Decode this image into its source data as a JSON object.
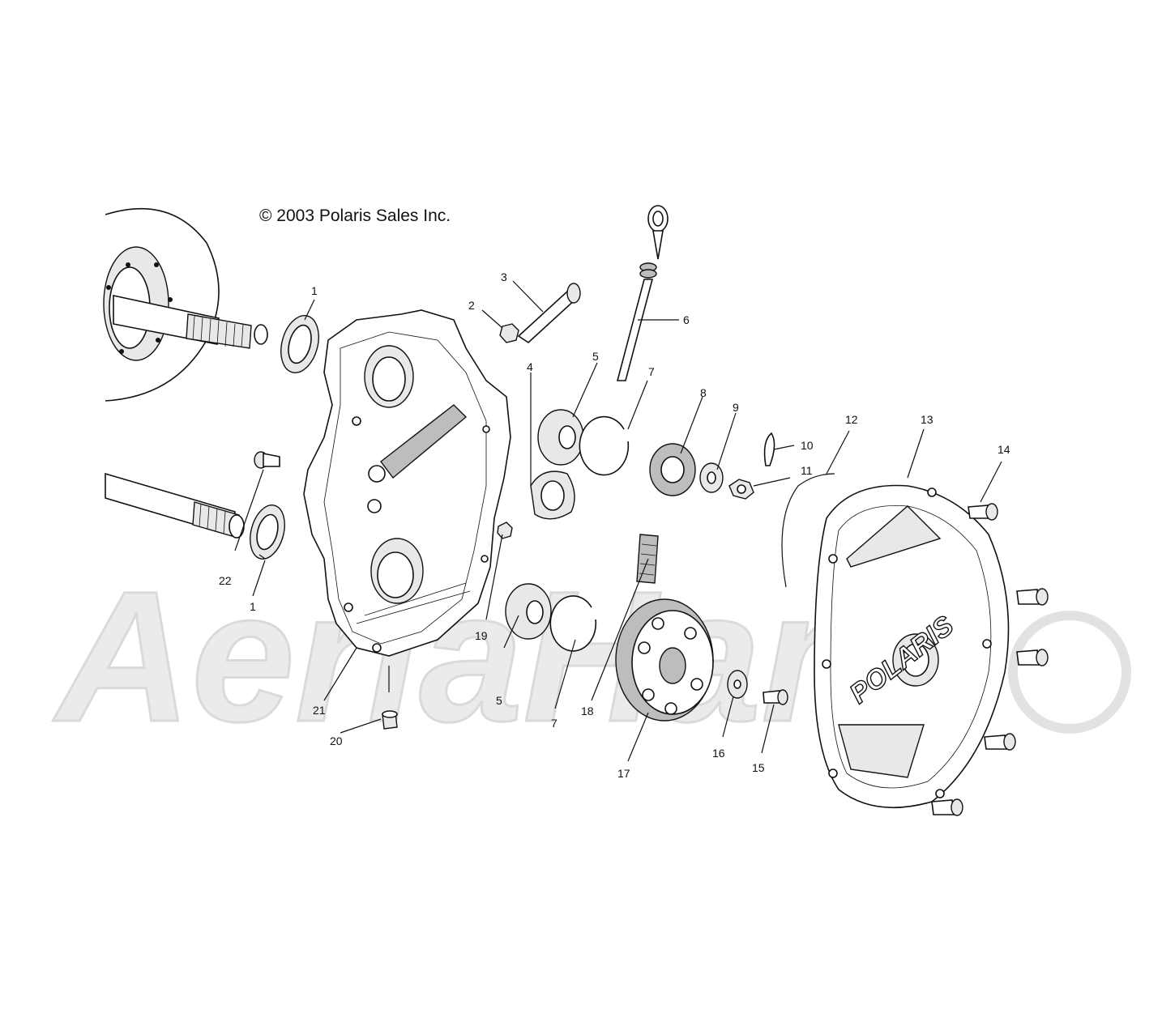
{
  "copyright": "© 2003 Polaris Sales Inc.",
  "watermark_text": "AeriaHam",
  "cover_logo_text": "POLARIS",
  "callouts": [
    {
      "id": "1a",
      "label": "1"
    },
    {
      "id": "1b",
      "label": "1"
    },
    {
      "id": "2",
      "label": "2"
    },
    {
      "id": "3",
      "label": "3"
    },
    {
      "id": "4",
      "label": "4"
    },
    {
      "id": "5a",
      "label": "5"
    },
    {
      "id": "5b",
      "label": "5"
    },
    {
      "id": "6",
      "label": "6"
    },
    {
      "id": "7a",
      "label": "7"
    },
    {
      "id": "7b",
      "label": "7"
    },
    {
      "id": "8",
      "label": "8"
    },
    {
      "id": "9",
      "label": "9"
    },
    {
      "id": "10",
      "label": "10"
    },
    {
      "id": "11",
      "label": "11"
    },
    {
      "id": "12",
      "label": "12"
    },
    {
      "id": "13",
      "label": "13"
    },
    {
      "id": "14",
      "label": "14"
    },
    {
      "id": "15",
      "label": "15"
    },
    {
      "id": "16",
      "label": "16"
    },
    {
      "id": "17",
      "label": "17"
    },
    {
      "id": "18",
      "label": "18"
    },
    {
      "id": "19",
      "label": "19"
    },
    {
      "id": "20",
      "label": "20"
    },
    {
      "id": "21",
      "label": "21"
    },
    {
      "id": "22",
      "label": "22"
    }
  ],
  "colors": {
    "line": "#111111",
    "watermark": "#ebebeb",
    "background": "#ffffff"
  }
}
